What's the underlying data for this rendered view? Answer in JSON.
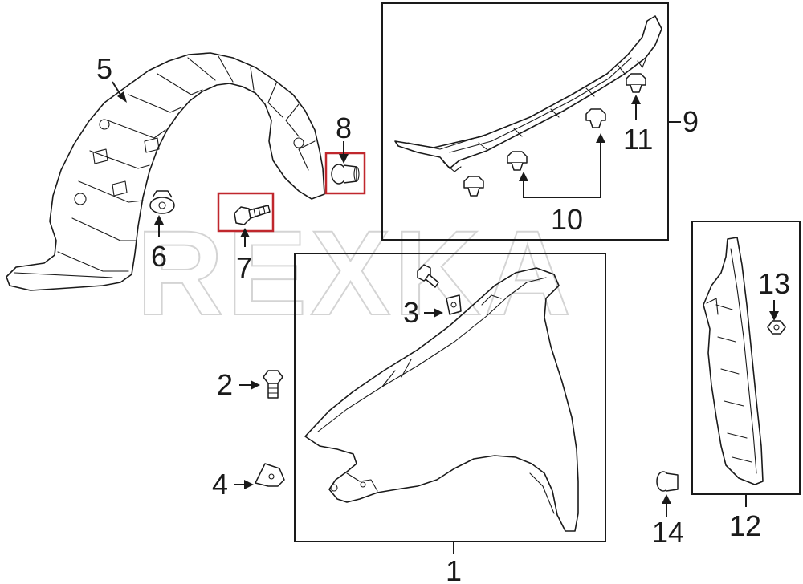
{
  "watermark": "REXKA",
  "colors": {
    "lines": "#1a1a1a",
    "highlight": "#c0272d",
    "watermark": "#d4d4d4",
    "background": "#ffffff"
  },
  "callouts": [
    "1",
    "2",
    "3",
    "4",
    "5",
    "6",
    "7",
    "8",
    "9",
    "10",
    "11",
    "12",
    "13",
    "14"
  ],
  "highlighted_callouts": [
    "7",
    "8"
  ]
}
